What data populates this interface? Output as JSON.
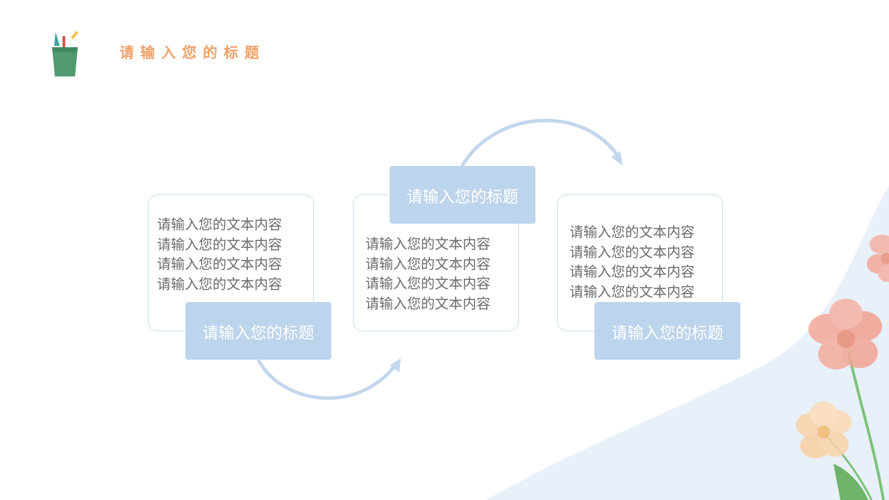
{
  "header": {
    "title": "请输入您的标题"
  },
  "steps": [
    {
      "heading": "请输入您的标题",
      "lines": [
        "请输入您的文本内容",
        "请输入您的文本内容",
        "请输入您的文本内容",
        "请输入您的文本内容"
      ]
    },
    {
      "heading": "请输入您的标题",
      "lines": [
        "请输入您的文本内容",
        "请输入您的文本内容",
        "请输入您的文本内容",
        "请输入您的文本内容"
      ]
    },
    {
      "heading": "请输入您的标题",
      "lines": [
        "请输入您的文本内容",
        "请输入您的文本内容",
        "请输入您的文本内容",
        "请输入您的文本内容"
      ]
    }
  ],
  "colors": {
    "title": "#f0a068",
    "tag_fill": "#bcd4ec",
    "card_border": "#c8dcee",
    "arrow": "#c2d7ec",
    "background_wave": "#e8f0f9"
  },
  "icons": {
    "corner": "pencil-cup-icon",
    "decoration": "watercolor-flowers"
  }
}
